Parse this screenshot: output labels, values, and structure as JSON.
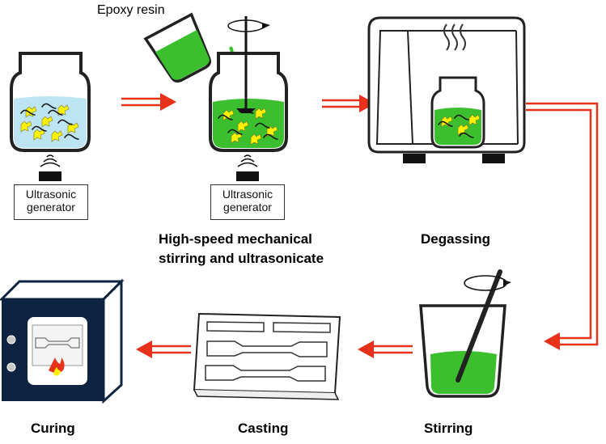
{
  "labels": {
    "epoxy": "Epoxy resin",
    "generator_line1": "Ultrasonic",
    "generator_line2": "generator",
    "step_mixing_line1": "High-speed mechanical",
    "step_mixing_line2": "stirring and ultrasonicate",
    "step_degassing": "Degassing",
    "step_stirring": "Stirring",
    "step_casting": "Casting",
    "step_curing": "Curing"
  },
  "colors": {
    "arrow": "#e8311b",
    "resin_green": "#3bbf2e",
    "water_blue": "#bde4f2",
    "oven_body": "#0d2340",
    "filler_yellow": "#fff200"
  }
}
